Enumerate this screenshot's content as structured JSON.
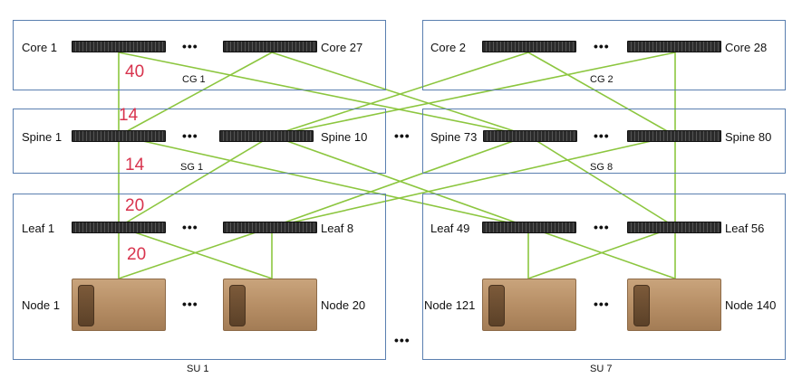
{
  "core": {
    "left_first": "Core 1",
    "left_last": "Core 27",
    "left_group": "CG 1",
    "right_first": "Core 2",
    "right_last": "Core 28",
    "right_group": "CG 2"
  },
  "spine": {
    "left_first": "Spine 1",
    "left_last": "Spine 10",
    "left_group": "SG 1",
    "right_first": "Spine 73",
    "right_last": "Spine 80",
    "right_group": "SG 8"
  },
  "leaf": {
    "left_first": "Leaf 1",
    "left_last": "Leaf 8",
    "right_first": "Leaf 49",
    "right_last": "Leaf 56"
  },
  "node": {
    "left_first": "Node 1",
    "left_last": "Node 20",
    "right_first": "Node 121",
    "right_last": "Node 140"
  },
  "su": {
    "left": "SU 1",
    "right": "SU 7"
  },
  "ellipsis": "•••",
  "link_counts": {
    "core_spine": "40",
    "spine_up": "14",
    "spine_down": "14",
    "leaf_up": "20",
    "leaf_down": "20"
  },
  "colors": {
    "link": "#8cc63f",
    "frame": "#5a7fb0",
    "count": "#d8344e",
    "node": "#b78f66"
  }
}
